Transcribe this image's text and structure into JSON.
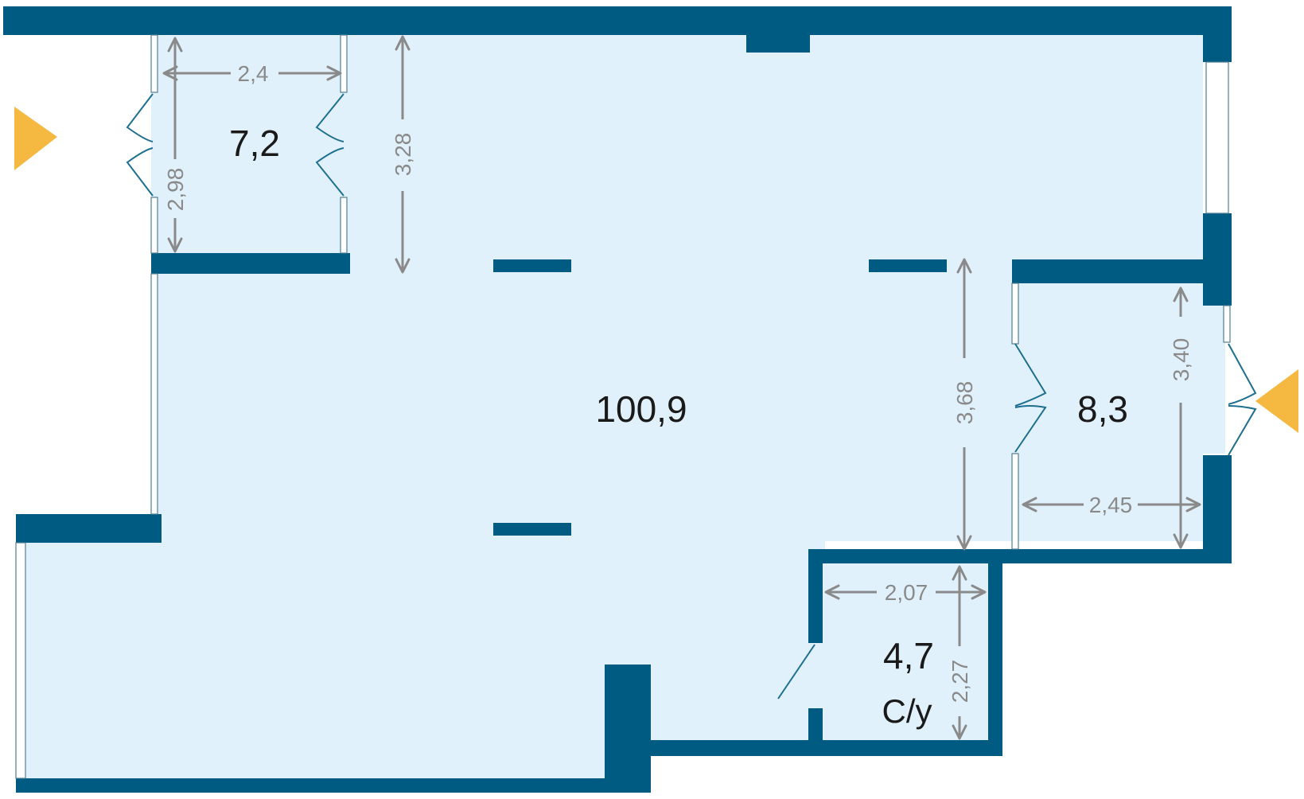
{
  "rooms": {
    "main_area": "100,9",
    "left_vestibule_area": "7,2",
    "right_vestibule_area": "8,3",
    "wc_area": "4,7",
    "wc_label": "С/у"
  },
  "dimensions": {
    "left_vestibule_width": "2,4",
    "left_vestibule_depth": "2,98",
    "upper_hall_depth": "3,28",
    "right_corridor_depth": "3,68",
    "right_vestibule_depth": "3,40",
    "right_vestibule_width": "2,45",
    "wc_width": "2,07",
    "wc_depth": "2,27"
  },
  "colors": {
    "wall": "#005b83",
    "floor": "#e1f1fc",
    "dimension": "#8a8a8a",
    "entrance_marker": "#f5b841"
  },
  "icons": {
    "entrances": [
      "entrance-arrow-left-icon",
      "entrance-arrow-right-icon"
    ]
  }
}
